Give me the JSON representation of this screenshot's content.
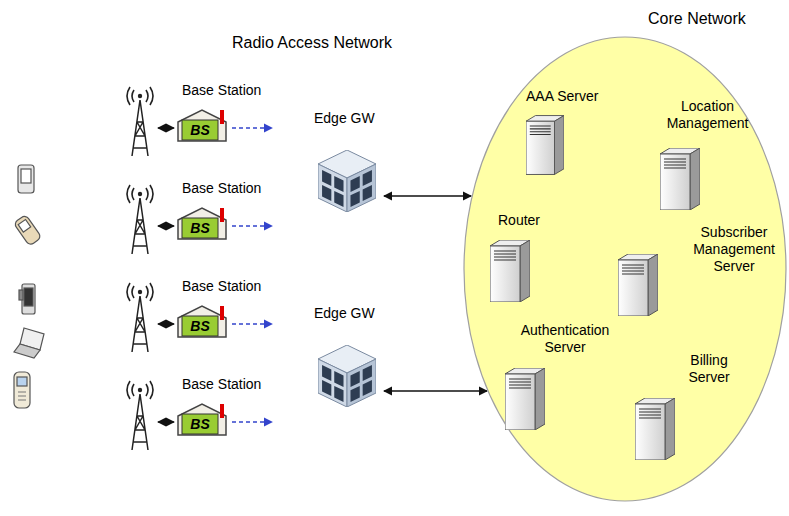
{
  "diagram": {
    "nodes": [
      {
        "text": [
          "Base Station",
          "BS"
        ]
      },
      {
        "text": [
          "Base Station",
          "BS"
        ]
      },
      {
        "text": [
          "Base Station",
          "BS"
        ]
      },
      {
        "text": [
          "Base Station",
          "BS"
        ]
      },
      {
        "text": [
          "Edge GW"
        ]
      },
      {
        "text": [
          "Edge GW"
        ]
      },
      {
        "text": [
          "Core Network"
        ]
      },
      {
        "text": [
          "AAA Server"
        ],
        "in": 6
      },
      {
        "text": [
          "Location Management"
        ],
        "in": 6
      },
      {
        "text": [
          "Router"
        ],
        "in": 6
      },
      {
        "text": [
          "Subscriber Management Server"
        ],
        "in": 6
      },
      {
        "text": [
          "Authentication Server"
        ],
        "in": 6
      },
      {
        "text": [
          "Billing Server"
        ],
        "in": 6
      }
    ],
    "edges": [
      {
        "from": 4,
        "to": 6,
        "arrow": "both"
      },
      {
        "from": 5,
        "to": 6,
        "arrow": "both"
      }
    ],
    "labels": [
      "Radio Access Network"
    ]
  }
}
